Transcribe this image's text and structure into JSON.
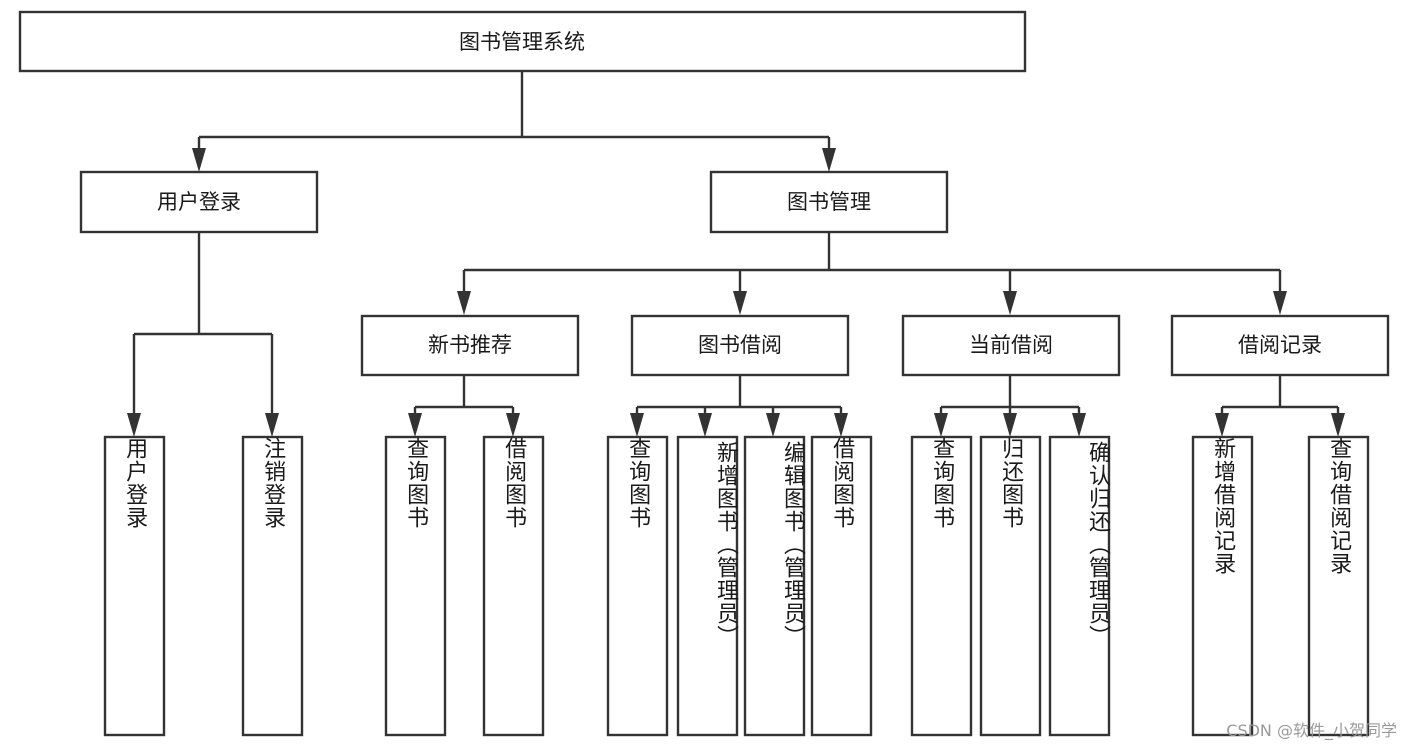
{
  "diagram": {
    "type": "tree",
    "title": "图书管理系统",
    "watermark": "CSDN @软件_小贺同学",
    "colors": {
      "stroke": "#333333",
      "fill": "#ffffff",
      "text": "#1a1a1a",
      "watermark": "#9a9a9a",
      "background": "#ffffff"
    },
    "levels": {
      "root": {
        "label": "图书管理系统"
      },
      "level2": [
        {
          "label": "用户登录"
        },
        {
          "label": "图书管理"
        }
      ],
      "level3": [
        {
          "label": "新书推荐"
        },
        {
          "label": "图书借阅"
        },
        {
          "label": "当前借阅"
        },
        {
          "label": "借阅记录"
        }
      ],
      "leaves": {
        "user_login": [
          {
            "label": "用户登录"
          },
          {
            "label": "注销登录"
          }
        ],
        "new_book": [
          {
            "label": "查询图书"
          },
          {
            "label": "借阅图书"
          }
        ],
        "book_borrow": [
          {
            "label": "查询图书"
          },
          {
            "label": "新增图书（管理员）"
          },
          {
            "label": "编辑图书（管理员）"
          },
          {
            "label": "借阅图书"
          }
        ],
        "current_borrow": [
          {
            "label": "查询图书"
          },
          {
            "label": "归还图书"
          },
          {
            "label": "确认归还（管理员）"
          }
        ],
        "borrow_record": [
          {
            "label": "新增借阅记录"
          },
          {
            "label": "查询借阅记录"
          }
        ]
      }
    }
  }
}
